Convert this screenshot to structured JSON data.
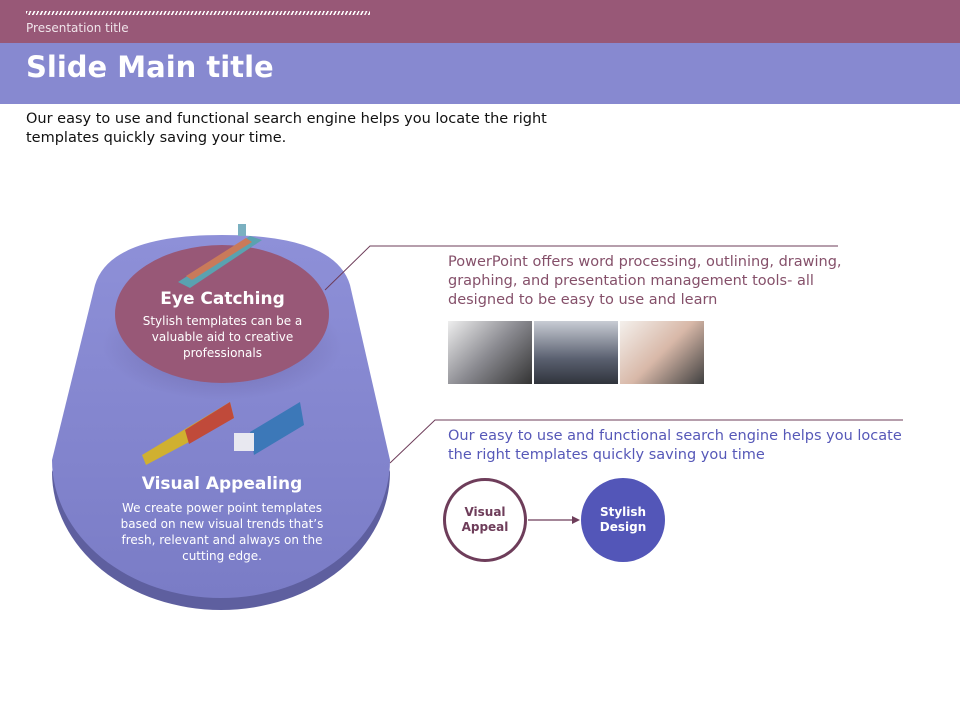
{
  "header": {
    "presentation_title": "Presentation title",
    "slide_title": "Slide Main title"
  },
  "intro": "Our easy to use and functional search engine helps you locate the right templates quickly saving your time.",
  "diagram": {
    "eye_catching": {
      "title": "Eye  Catching",
      "text": "Stylish templates can be a valuable aid to creative professionals"
    },
    "visual_appealing": {
      "title": "Visual Appealing",
      "text": "We create power point templates based on new visual trends that’s fresh, relevant and always on the cutting edge."
    }
  },
  "right": {
    "text1": "PowerPoint offers word processing, outlining, drawing, graphing, and presentation management tools- all designed to be easy to use and learn",
    "text2": "Our easy to use and functional search engine helps you locate the right templates quickly saving you time",
    "flow": {
      "from": "Visual Appeal",
      "to": "Stylish Design"
    }
  },
  "colors": {
    "maroon": "#985877",
    "lavender": "#8789d0",
    "indigo": "#5356b8"
  }
}
